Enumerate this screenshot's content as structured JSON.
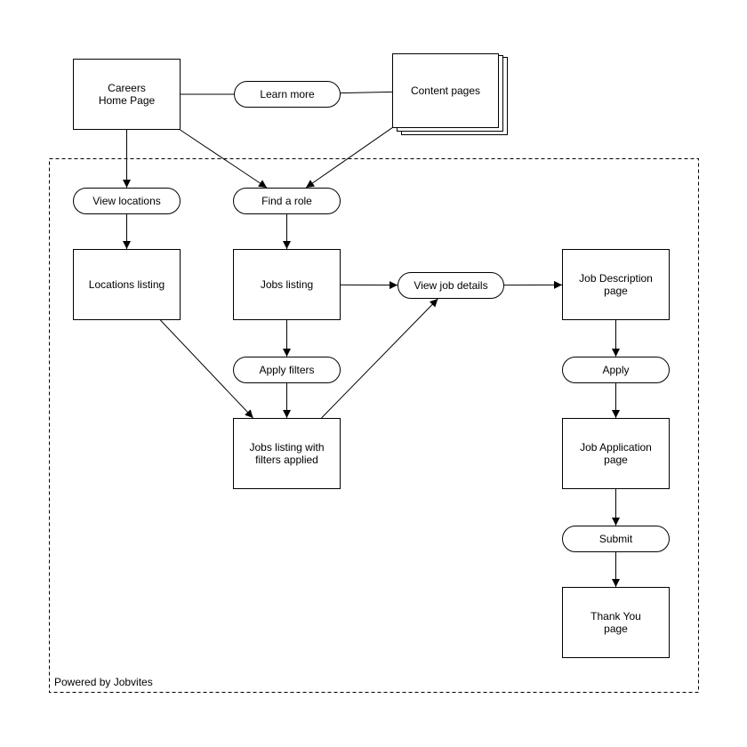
{
  "nodes": {
    "careers_home": "Careers\nHome Page",
    "learn_more": "Learn more",
    "content_pages": "Content pages",
    "view_locations": "View locations",
    "find_role": "Find a role",
    "locations_listing": "Locations listing",
    "jobs_listing": "Jobs listing",
    "view_job_details": "View job details",
    "job_description": "Job Description\npage",
    "apply_filters": "Apply filters",
    "apply": "Apply",
    "jobs_filtered": "Jobs listing with\nfilters applied",
    "job_application": "Job Application\npage",
    "submit": "Submit",
    "thank_you": "Thank You\npage"
  },
  "group_caption": "Powered by Jobvites",
  "edges": [
    {
      "from": "careers_home",
      "to": "learn_more",
      "arrow": false
    },
    {
      "from": "learn_more",
      "to": "content_pages",
      "arrow": false
    },
    {
      "from": "careers_home",
      "to": "view_locations",
      "arrow": true
    },
    {
      "from": "careers_home",
      "to": "find_role",
      "arrow": true
    },
    {
      "from": "content_pages",
      "to": "find_role",
      "arrow": true
    },
    {
      "from": "view_locations",
      "to": "locations_listing",
      "arrow": true
    },
    {
      "from": "find_role",
      "to": "jobs_listing",
      "arrow": true
    },
    {
      "from": "jobs_listing",
      "to": "view_job_details",
      "arrow": true
    },
    {
      "from": "view_job_details",
      "to": "job_description",
      "arrow": true
    },
    {
      "from": "jobs_listing",
      "to": "apply_filters",
      "arrow": true
    },
    {
      "from": "apply_filters",
      "to": "jobs_filtered",
      "arrow": true
    },
    {
      "from": "locations_listing",
      "to": "jobs_filtered",
      "arrow": true
    },
    {
      "from": "jobs_filtered",
      "to": "view_job_details",
      "arrow": true
    },
    {
      "from": "job_description",
      "to": "apply",
      "arrow": true
    },
    {
      "from": "apply",
      "to": "job_application",
      "arrow": true
    },
    {
      "from": "job_application",
      "to": "submit",
      "arrow": true
    },
    {
      "from": "submit",
      "to": "thank_you",
      "arrow": true
    }
  ]
}
